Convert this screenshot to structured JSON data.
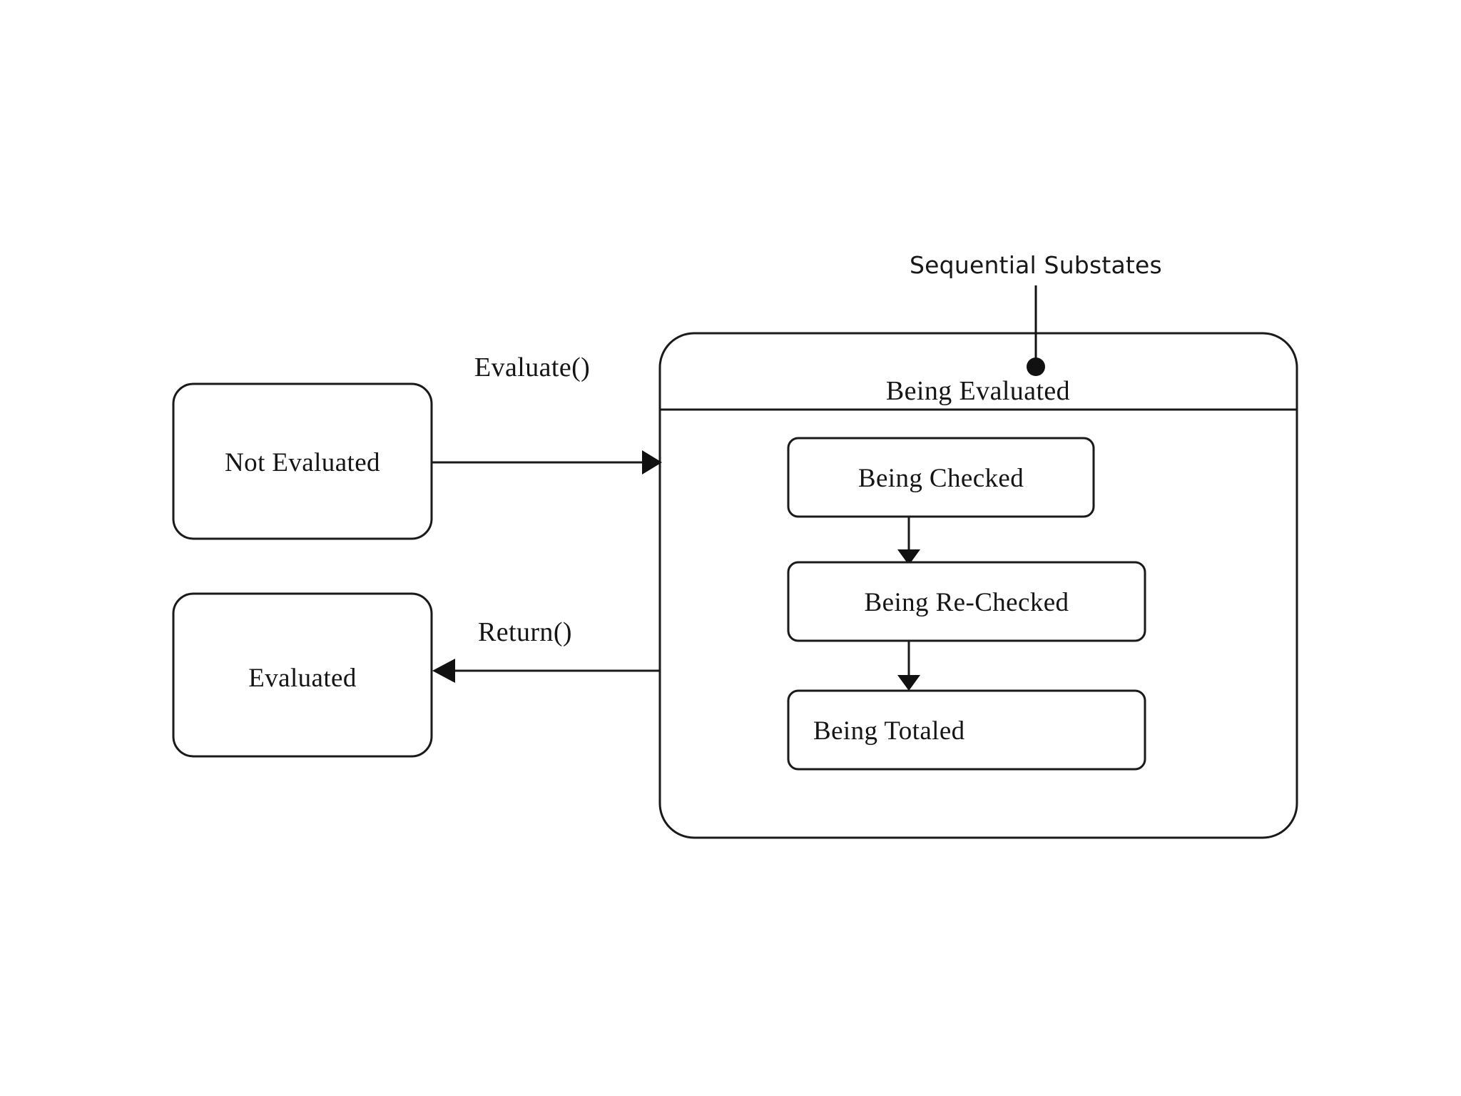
{
  "diagram": {
    "type": "uml-state-machine-diagram",
    "background_color": "#ffffff",
    "line_color": "#1a1a1a",
    "annotation": {
      "label": "Sequential Substates",
      "marker": "filled-dot"
    },
    "states": [
      {
        "id": "not-evaluated",
        "label": "Not Evaluated",
        "kind": "simple-state"
      },
      {
        "id": "evaluated",
        "label": "Evaluated",
        "kind": "simple-state"
      },
      {
        "id": "being-evaluated",
        "label": "Being Evaluated",
        "kind": "composite-state"
      }
    ],
    "substates": [
      {
        "id": "being-checked",
        "label": "Being Checked",
        "order": 1
      },
      {
        "id": "being-re-checked",
        "label": "Being Re-Checked",
        "order": 2
      },
      {
        "id": "being-totaled",
        "label": "Being Totaled",
        "order": 3
      }
    ],
    "transitions": [
      {
        "id": "evaluate",
        "label": "Evaluate()",
        "from": "not-evaluated",
        "to": "being-evaluated",
        "direction": "right"
      },
      {
        "id": "return",
        "label": "Return()",
        "from": "being-evaluated",
        "to": "evaluated",
        "direction": "left"
      },
      {
        "id": "checked-to-rechecked",
        "label": "",
        "from": "being-checked",
        "to": "being-re-checked",
        "direction": "down"
      },
      {
        "id": "rechecked-to-totaled",
        "label": "",
        "from": "being-re-checked",
        "to": "being-totaled",
        "direction": "down"
      }
    ]
  }
}
